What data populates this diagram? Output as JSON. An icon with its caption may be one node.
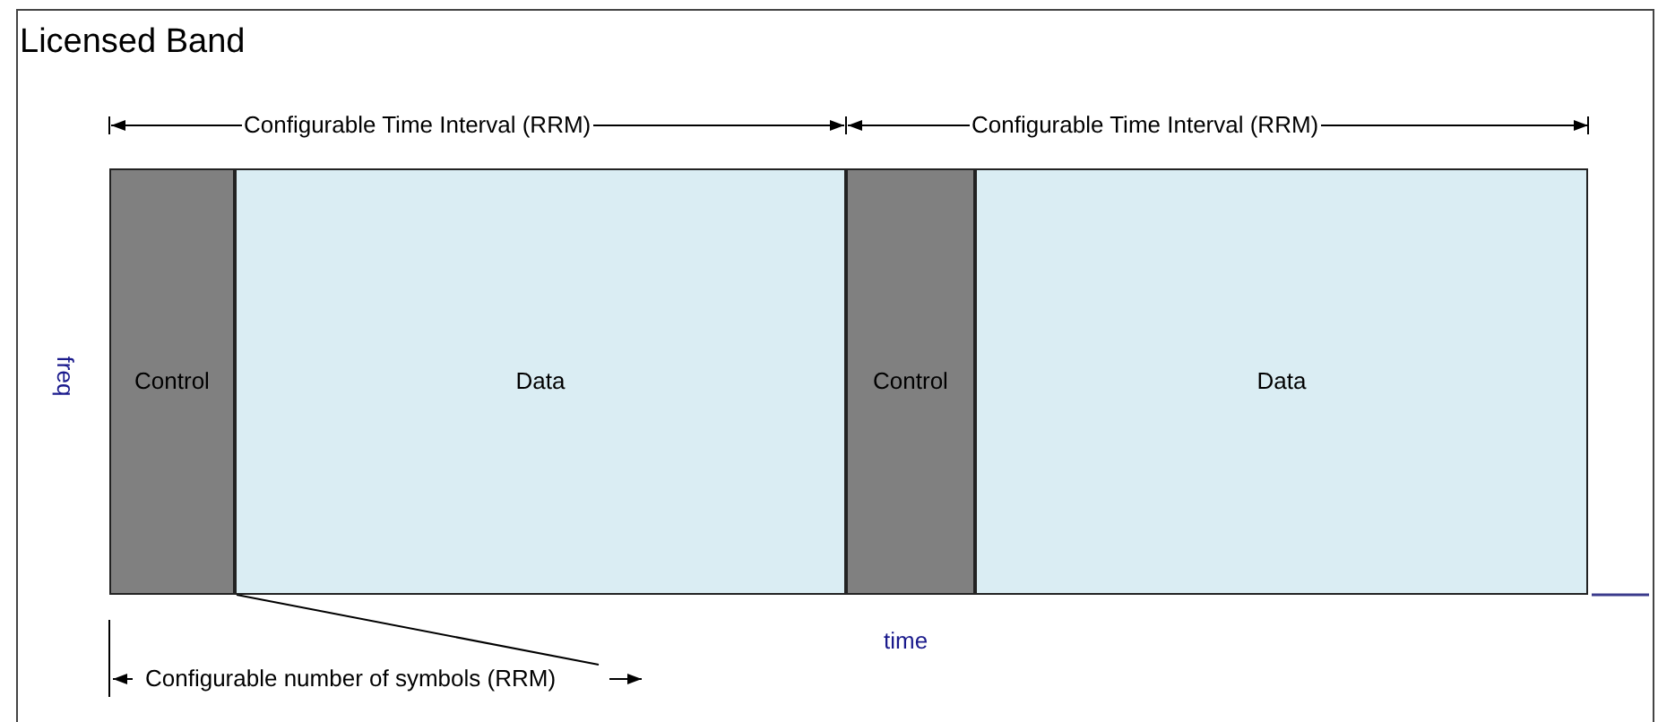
{
  "diagram": {
    "nodes": [
      {
        "text": [
          "Licensed Band"
        ]
      },
      {
        "text": [
          "Control"
        ],
        "in": 0
      },
      {
        "text": [
          "Data"
        ],
        "in": 0
      },
      {
        "text": [
          "Control"
        ],
        "in": 0
      },
      {
        "text": [
          "Data"
        ],
        "in": 0
      },
      {
        "text": [
          "Configurable number of symbols (RRM)"
        ],
        "in": 0
      }
    ],
    "edges": [
      {
        "from": 5,
        "to": 1,
        "arrow": "none"
      }
    ],
    "labels": [
      "Configurable Time Interval (RRM)",
      "Configurable Time Interval (RRM)",
      "freq",
      "time"
    ]
  }
}
